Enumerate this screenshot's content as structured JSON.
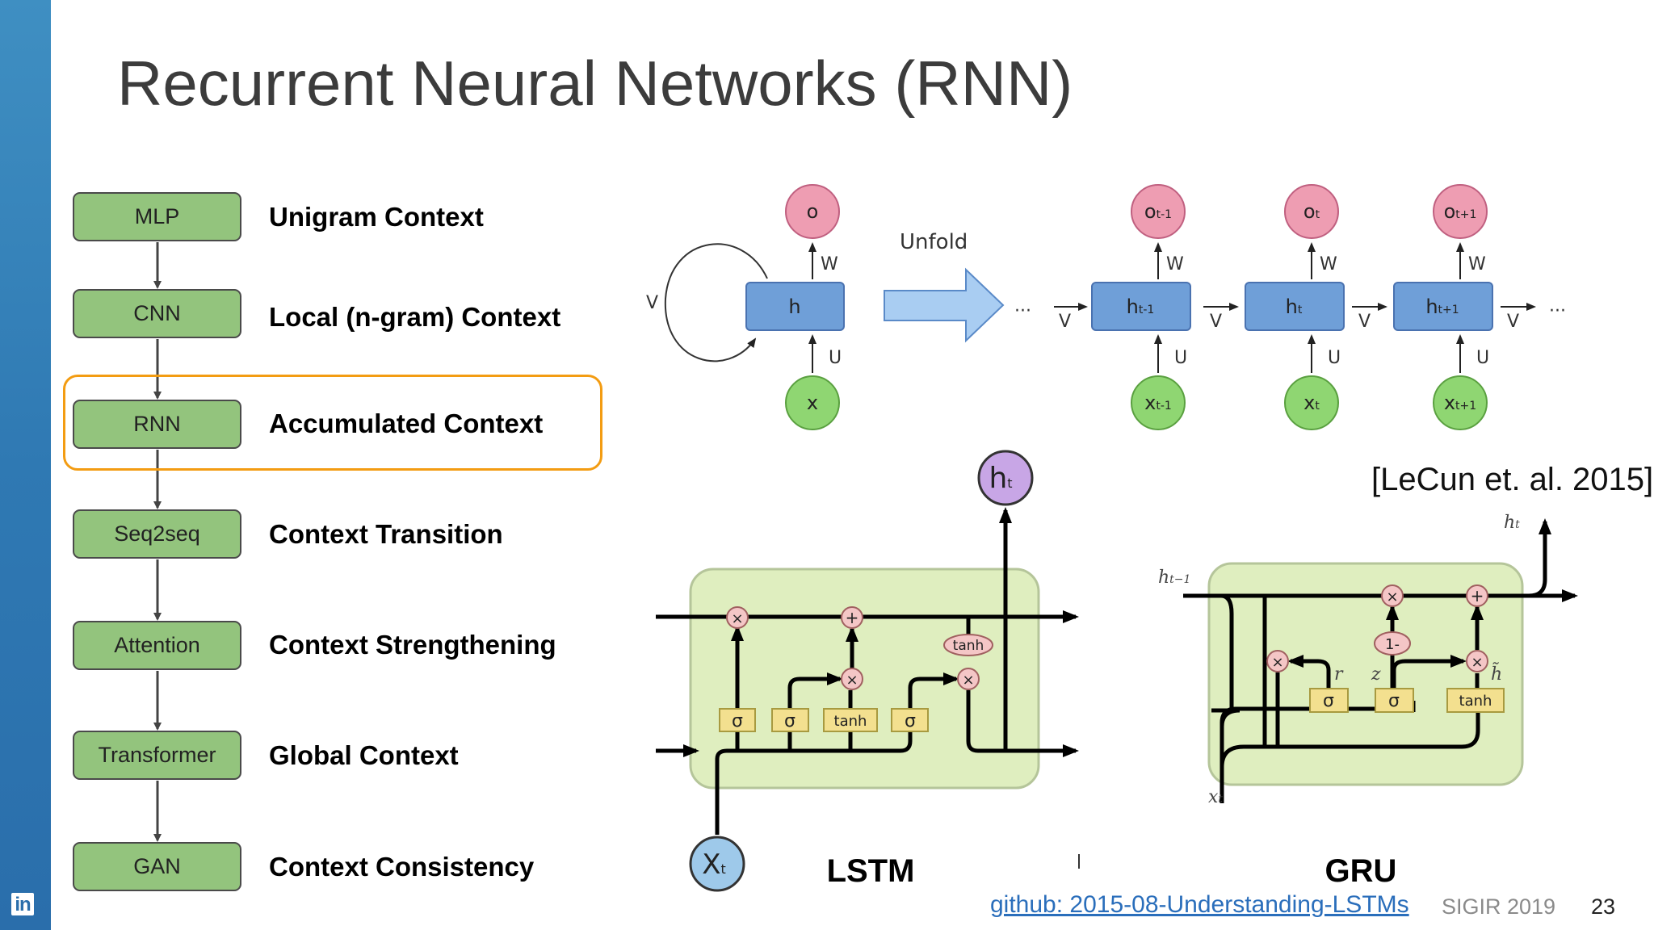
{
  "slide": {
    "title": "Recurrent Neural Networks (RNN)",
    "highlight_color": "#f39c12",
    "sidebar_logo": "in",
    "models": [
      {
        "name": "MLP",
        "context": "Unigram Context"
      },
      {
        "name": "CNN",
        "context": "Local (n-gram) Context"
      },
      {
        "name": "RNN",
        "context": "Accumulated Context",
        "highlighted": true
      },
      {
        "name": "Seq2seq",
        "context": "Context Transition"
      },
      {
        "name": "Attention",
        "context": "Context Strengthening"
      },
      {
        "name": "Transformer",
        "context": "Global Context"
      },
      {
        "name": "GAN",
        "context": "Context Consistency"
      }
    ]
  },
  "rnn_diagram": {
    "unfold_label": "Unfold",
    "folded": {
      "output": "o",
      "hidden": "h",
      "input": "x",
      "w": "W",
      "u": "U",
      "v": "V"
    },
    "unrolled": [
      {
        "output": "o",
        "sub": "t-1",
        "hidden": "h",
        "input": "x"
      },
      {
        "output": "o",
        "sub": "t",
        "hidden": "h",
        "input": "x"
      },
      {
        "output": "o",
        "sub": "t+1",
        "hidden": "h",
        "input": "x"
      }
    ],
    "ellipsis": "···",
    "w": "W",
    "u": "U",
    "v": "V"
  },
  "lstm": {
    "label": "LSTM",
    "output": "h",
    "output_sub": "t",
    "input": "X",
    "input_sub": "t",
    "gates": [
      "σ",
      "σ",
      "tanh",
      "σ"
    ],
    "ops": {
      "mul": "×",
      "add": "+",
      "tanh": "tanh"
    }
  },
  "gru": {
    "label": "GRU",
    "h_prev": "h",
    "h_prev_sub": "t−1",
    "h_out": "h",
    "h_out_sub": "t",
    "x_in": "x",
    "x_in_sub": "t",
    "r": "r",
    "z": "z",
    "htilde": "h̃",
    "gates": [
      "σ",
      "σ",
      "tanh"
    ],
    "one_minus": "1-",
    "ops": {
      "mul": "×",
      "add": "+"
    }
  },
  "citation": "[LeCun et. al. 2015]",
  "footer": {
    "link": "github: 2015-08-Understanding-LSTMs",
    "conference": "SIGIR 2019",
    "page": "23"
  }
}
